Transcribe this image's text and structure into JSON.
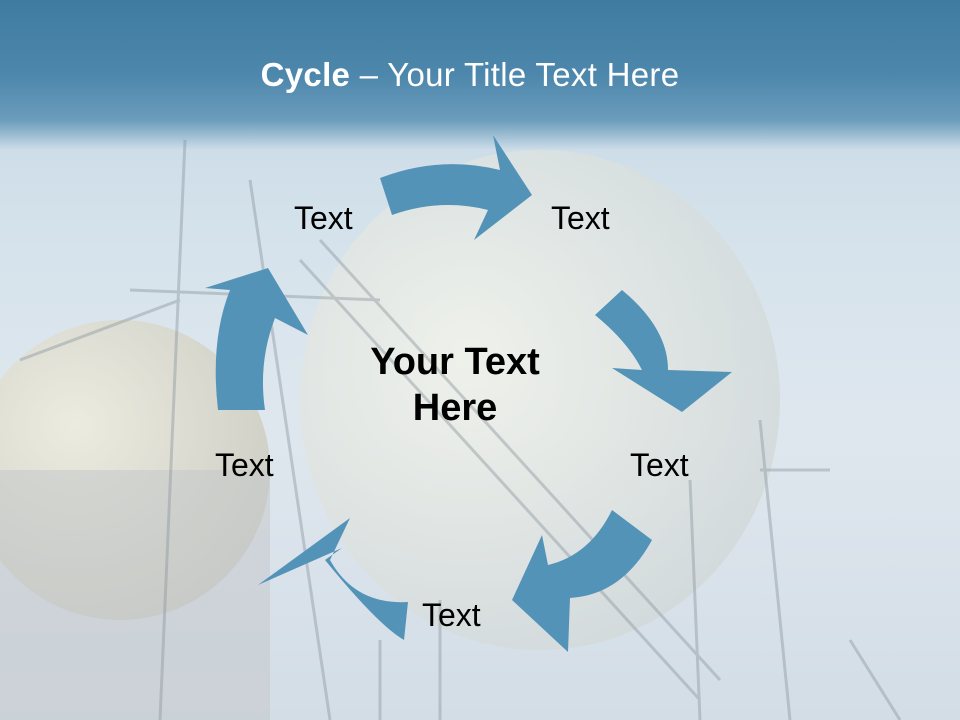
{
  "title": {
    "bold": "Cycle",
    "rest": " – Your Title Text Here"
  },
  "center": {
    "line1": "Your Text",
    "line2": "Here"
  },
  "nodes": [
    "Text",
    "Text",
    "Text",
    "Text",
    "Text"
  ],
  "colors": {
    "arrow": "#5393b8",
    "title_bar": "#3f7ba0",
    "text": "#000000"
  }
}
